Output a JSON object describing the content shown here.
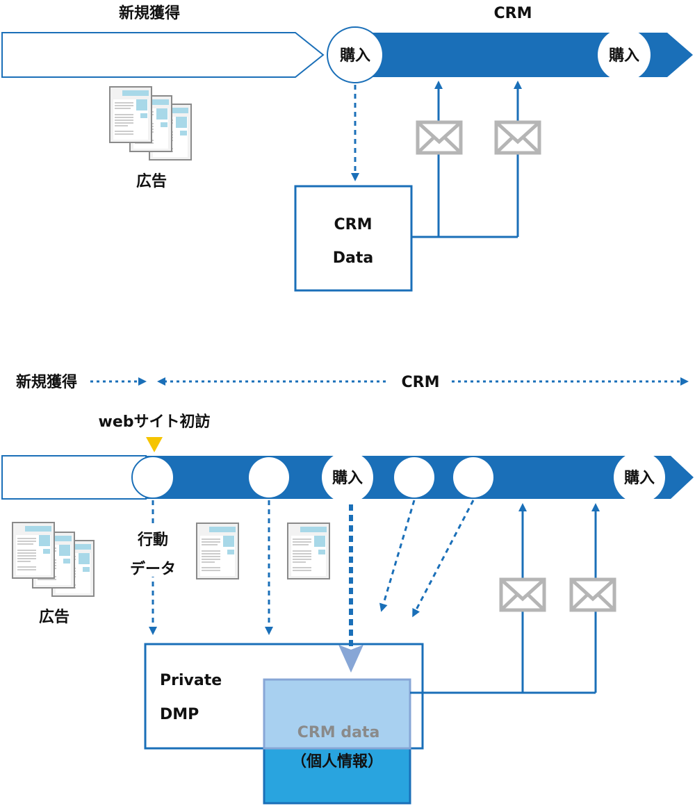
{
  "colors": {
    "blue": "#1a6fb8",
    "light_blue": "#29a4df",
    "envelope": "#b5b5b5",
    "marker": "#f5c400",
    "crm_data_text": "#8a8a8a"
  },
  "top": {
    "acquisition_label": "新規獲得",
    "crm_label": "CRM",
    "purchase_1": "購入",
    "purchase_2": "購入",
    "ad_label": "広告",
    "crm_data_box": {
      "line1": "CRM",
      "line2": "Data"
    },
    "icons": [
      "ad-document-icon",
      "envelope-icon",
      "envelope-icon"
    ]
  },
  "bottom": {
    "acquisition_label": "新規獲得",
    "crm_label": "CRM",
    "first_visit_label": "webサイト初訪",
    "behavior_label_1": "行動",
    "behavior_label_2": "データ",
    "purchase_1": "購入",
    "purchase_2": "購入",
    "ad_label": "広告",
    "dmp_box": {
      "line1": "Private",
      "line2": "DMP"
    },
    "crm_box": {
      "line1": "CRM data",
      "line2": "（個人情報）"
    },
    "icons": [
      "ad-document-icon",
      "envelope-icon",
      "envelope-icon",
      "triangle-marker-icon"
    ]
  }
}
